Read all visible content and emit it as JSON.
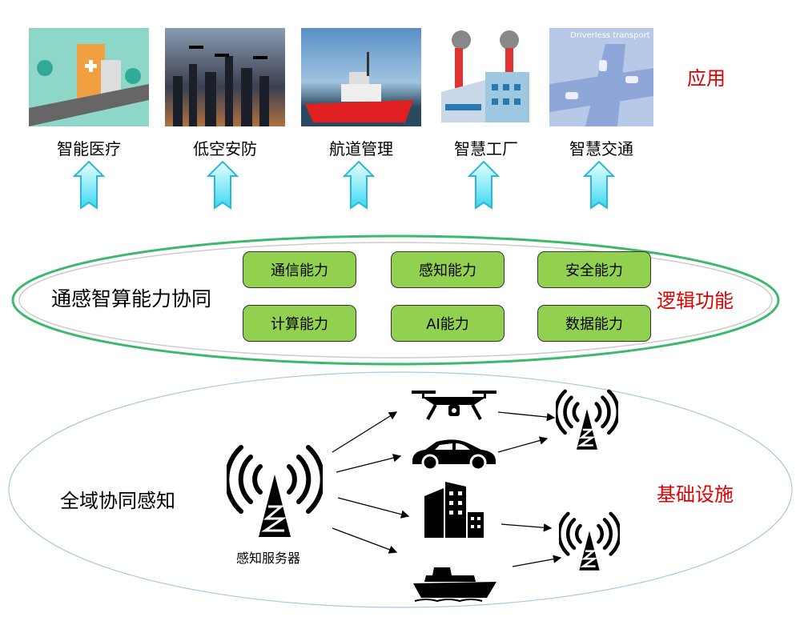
{
  "applications": {
    "layer_label": "应用",
    "items": [
      {
        "label": "智能医疗"
      },
      {
        "label": "低空安防"
      },
      {
        "label": "航道管理"
      },
      {
        "label": "智慧工厂"
      },
      {
        "label": "智慧交通",
        "image_caption": "Driverless transport"
      }
    ]
  },
  "logic": {
    "title": "通感智算能力协同",
    "layer_label": "逻辑功能",
    "capabilities": [
      "通信能力",
      "感知能力",
      "安全能力",
      "计算能力",
      "AI能力",
      "数据能力"
    ],
    "accent": "#92d050"
  },
  "infrastructure": {
    "title": "全域协同感知",
    "layer_label": "基础设施",
    "server_label": "感知服务器"
  }
}
